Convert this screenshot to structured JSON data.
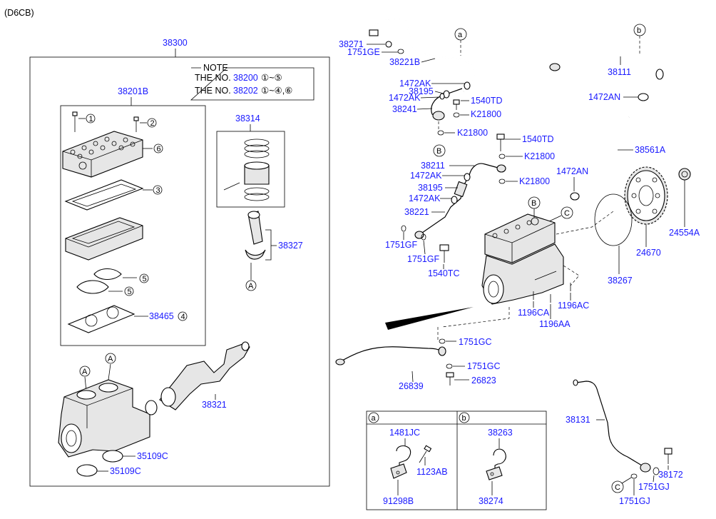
{
  "header": {
    "code": "(D6CB)"
  },
  "main_box": {
    "number": "38300"
  },
  "note": {
    "title": "NOTE",
    "line1_prefix": "THE NO.",
    "line1_part": "38200",
    "line1_range": "①~⑤",
    "line2_prefix": "THE NO.",
    "line2_part": "38202",
    "line2_range": "①~④,⑥"
  },
  "callouts": {
    "c1": "1",
    "c2": "2",
    "c3": "3",
    "c4": "4",
    "c5": "5",
    "c6": "6"
  },
  "parts": {
    "p38201B": "38201B",
    "p38314": "38314",
    "p38327": "38327",
    "p38465": "38465",
    "p38321": "38321",
    "p35109C_a": "35109C",
    "p35109C_b": "35109C",
    "p38271": "38271",
    "p1751GE": "1751GE",
    "p38221B": "38221B",
    "p1472AK_a": "1472AK",
    "p38195_a": "38195",
    "p1472AK_b": "1472AK",
    "p38241": "38241",
    "p1540TD_a": "1540TD",
    "pK21800_a": "K21800",
    "pK21800_b": "K21800",
    "p1540TD_b": "1540TD",
    "pK21800_c": "K21800",
    "p38211": "38211",
    "p1472AK_c": "1472AK",
    "p38195_b": "38195",
    "p1472AK_d": "1472AK",
    "p38221": "38221",
    "pK21800_d": "K21800",
    "p1751GF_a": "1751GF",
    "p1751GF_b": "1751GF",
    "p1540TC": "1540TC",
    "p38111": "38111",
    "p1472AN_a": "1472AN",
    "p38561A": "38561A",
    "p1472AN_b": "1472AN",
    "p24554A": "24554A",
    "p24670": "24670",
    "p38267": "38267",
    "p1196CA": "1196CA",
    "p1196AC": "1196AC",
    "p1196AA": "1196AA",
    "p1751GC_a": "1751GC",
    "p1751GC_b": "1751GC",
    "p26839": "26839",
    "p26823": "26823",
    "p38131": "38131",
    "p38172": "38172",
    "p1751GJ_a": "1751GJ",
    "p1751GJ_b": "1751GJ"
  },
  "refs": {
    "a": "a",
    "b": "b",
    "A": "A",
    "B": "B",
    "C": "C"
  },
  "detail": {
    "a_tag": "a",
    "b_tag": "b",
    "a_p1481JC": "1481JC",
    "a_p1123AB": "1123AB",
    "a_p91298B": "91298B",
    "b_p38263": "38263",
    "b_p38274": "38274"
  }
}
